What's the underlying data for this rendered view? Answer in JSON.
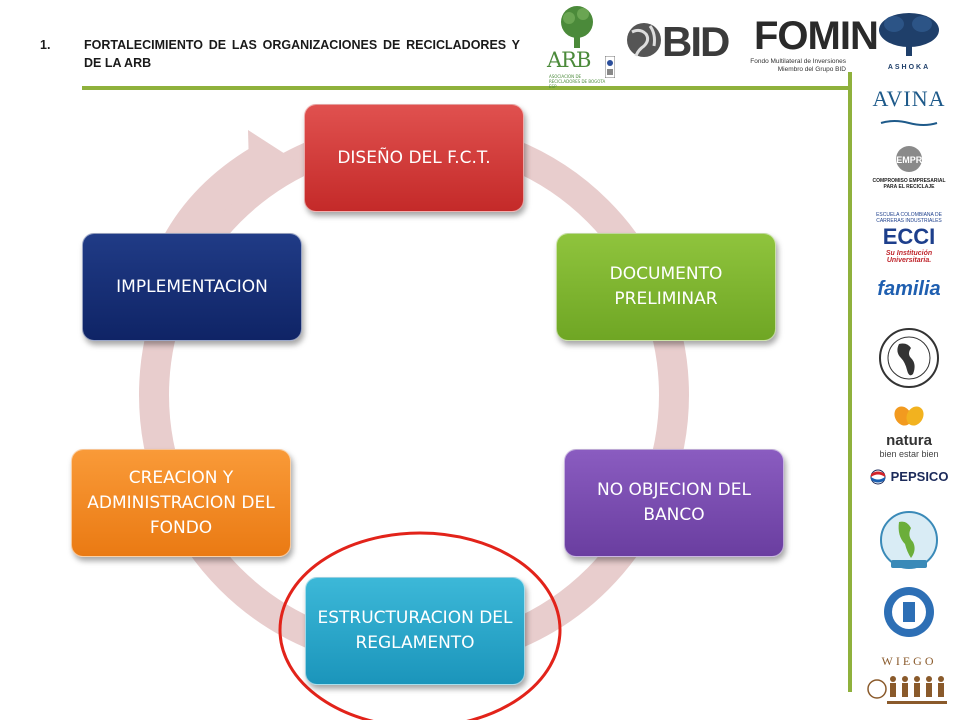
{
  "header": {
    "number": "1.",
    "title": "FORTALECIMIENTO DE LAS ORGANIZACIONES DE RECICLADORES Y DE LA ARB"
  },
  "logos": {
    "arb": {
      "label": "ARB",
      "subtitle": "ASOCIACION DE RECICLADORES DE BOGOTA ESP"
    },
    "bid": {
      "label": "BID"
    },
    "fomin": {
      "label": "FOMIN",
      "subtitle": "Fondo Multilateral de Inversiones Miembro del Grupo BID"
    },
    "ashoka": {
      "label": "ASHOKA"
    },
    "avina": {
      "label": "AVINA"
    },
    "cempre": {
      "label": "COMPROMISO EMPRESARIAL PARA EL RECICLAJE"
    },
    "ecci": {
      "small": "ESCUELA COLOMBIANA DE CARRERAS INDUSTRIALES",
      "label": "ECCI",
      "slogan": "Su Institución Universitaria."
    },
    "familia": {
      "label": "familia"
    },
    "natura": {
      "label": "natura",
      "subtitle": "bien estar bien"
    },
    "pepsico": {
      "label": "PEPSICO"
    },
    "wiego": {
      "label": "WIEGO"
    }
  },
  "cycle": {
    "steps": [
      {
        "id": "n1",
        "label": "DISEÑO DEL F.C.T.",
        "color": "#d23b3a"
      },
      {
        "id": "n2",
        "label": "DOCUMENTO PRELIMINAR",
        "color": "#7eb52f"
      },
      {
        "id": "n3",
        "label": "NO OBJECION DEL BANCO",
        "color": "#7a4cb0"
      },
      {
        "id": "n4",
        "label": "ESTRUCTURACION DEL REGLAMENTO",
        "color": "#27a6ca"
      },
      {
        "id": "n5",
        "label": "CREACION Y ADMINISTRACION DEL FONDO",
        "color": "#f28a25"
      },
      {
        "id": "n6",
        "label": "IMPLEMENTACION",
        "color": "#172f77"
      }
    ],
    "highlighted_step": "n4",
    "ring_color": "#e7c6c6",
    "highlight_color": "#e2231a"
  },
  "colors": {
    "divider": "#8fb13c"
  }
}
